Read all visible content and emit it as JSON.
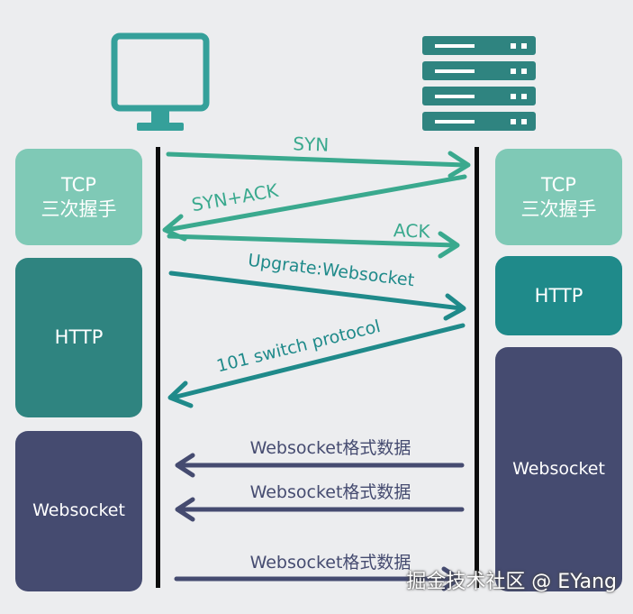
{
  "left_boxes": [
    {
      "line1": "TCP",
      "line2": "三次握手"
    },
    {
      "line1": "HTTP"
    },
    {
      "line1": "Websocket"
    }
  ],
  "right_boxes": [
    {
      "line1": "TCP",
      "line2": "三次握手"
    },
    {
      "line1": "HTTP"
    },
    {
      "line1": "Websocket"
    }
  ],
  "messages": [
    {
      "label": "SYN",
      "direction": "to-server"
    },
    {
      "label": "SYN+ACK",
      "direction": "to-client"
    },
    {
      "label": "ACK",
      "direction": "to-server"
    },
    {
      "label": "Upgrate:Websocket",
      "direction": "to-server"
    },
    {
      "label": "101  switch  protocol",
      "direction": "to-client"
    },
    {
      "label": "Websocket格式数据",
      "direction": "to-client"
    },
    {
      "label": "Websocket格式数据",
      "direction": "to-client"
    },
    {
      "label": "Websocket格式数据",
      "direction": "to-server"
    }
  ],
  "watermark": "掘金技术社区 @ EYang",
  "colors": {
    "background": "#ecedef",
    "monitor": "#35a09a",
    "server": "#2f8480",
    "tcp_box": "#7fc9b6",
    "http_box": "#2f8480",
    "websocket_box": "#454b70",
    "handshake_arrow": "#3aa98e",
    "upgrade_arrow": "#1f8a8a",
    "data_arrow": "#454b70",
    "lifeline": "#0c0c0c"
  },
  "icons": {
    "client": "monitor-icon",
    "server": "server-icon"
  }
}
